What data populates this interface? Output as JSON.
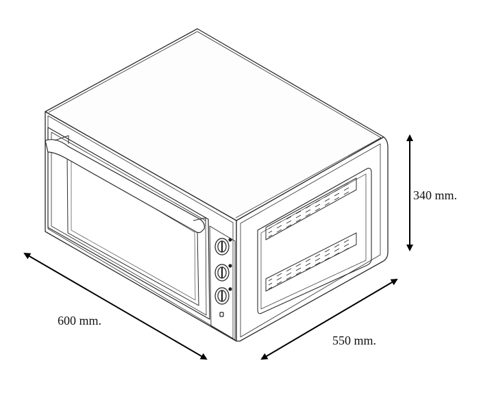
{
  "dimensions": {
    "width_label": "600 mm.",
    "depth_label": "550 mm.",
    "height_label": "340 mm."
  },
  "colors": {
    "line": "#2a2a2a",
    "arrow": "#000000",
    "background": "#ffffff"
  }
}
